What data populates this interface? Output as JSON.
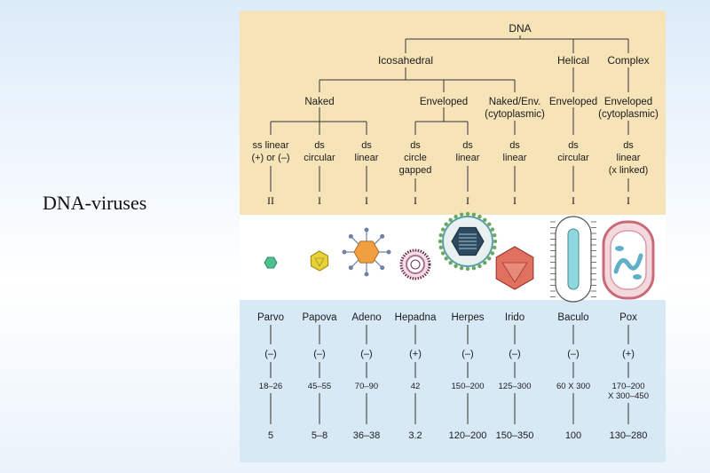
{
  "slide": {
    "title": "DNA-viruses"
  },
  "root": {
    "label": "DNA"
  },
  "symmetry": [
    {
      "key": "ico",
      "label": "Icosahedral"
    },
    {
      "key": "hel",
      "label": "Helical"
    },
    {
      "key": "cpx",
      "label": "Complex"
    }
  ],
  "envelope": [
    {
      "key": "naked",
      "label": [
        "Naked"
      ]
    },
    {
      "key": "env",
      "label": [
        "Enveloped"
      ]
    },
    {
      "key": "nakedenv",
      "label": [
        "Naked/Env.",
        "(cytoplasmic)"
      ]
    },
    {
      "key": "helenv",
      "label": [
        "Enveloped"
      ]
    },
    {
      "key": "cpxenv",
      "label": [
        "Enveloped",
        "(cytoplasmic)"
      ]
    }
  ],
  "families": [
    {
      "name": "Parvo",
      "genome": [
        "ss linear",
        "(+) or (–)"
      ],
      "baltimore": "II",
      "polarity": "(–)",
      "size": [
        "18–26"
      ],
      "mw": "5",
      "colors": {
        "main": "#4fc08d",
        "accent": "#2a8a6a"
      }
    },
    {
      "name": "Papova",
      "genome": [
        "ds",
        "circular"
      ],
      "baltimore": "I",
      "polarity": "(–)",
      "size": [
        "45–55"
      ],
      "mw": "5–8",
      "colors": {
        "main": "#e8d23a",
        "accent": "#a8901a"
      }
    },
    {
      "name": "Adeno",
      "genome": [
        "ds",
        "linear"
      ],
      "baltimore": "I",
      "polarity": "(–)",
      "size": [
        "70–90"
      ],
      "mw": "36–38",
      "colors": {
        "main": "#f0a040",
        "accent": "#7080a8"
      }
    },
    {
      "name": "Hepadna",
      "genome": [
        "ds",
        "circle",
        "gapped"
      ],
      "baltimore": "I",
      "polarity": "(+)",
      "size": [
        "42"
      ],
      "mw": "3.2",
      "colors": {
        "main": "#b07090",
        "accent": "#6a3050"
      }
    },
    {
      "name": "Herpes",
      "genome": [
        "ds",
        "linear"
      ],
      "baltimore": "I",
      "polarity": "(–)",
      "size": [
        "150–200"
      ],
      "mw": "120–200",
      "colors": {
        "main": "#5aa0a8",
        "accent": "#2c4a60"
      }
    },
    {
      "name": "Irido",
      "genome": [
        "ds",
        "linear"
      ],
      "baltimore": "I",
      "polarity": "(–)",
      "size": [
        "125–300"
      ],
      "mw": "150–350",
      "colors": {
        "main": "#e07060",
        "accent": "#a03a30"
      }
    },
    {
      "name": "Baculo",
      "genome": [
        "ds",
        "circular"
      ],
      "baltimore": "I",
      "polarity": "(–)",
      "size": [
        "60 X 300"
      ],
      "mw": "100",
      "colors": {
        "main": "#8ed8e0",
        "accent": "#4a8890"
      }
    },
    {
      "name": "Pox",
      "genome": [
        "ds",
        "linear",
        "(x linked)"
      ],
      "baltimore": "I",
      "polarity": "(+)",
      "size": [
        "170–200",
        "X 300–450"
      ],
      "mw": "130–280",
      "colors": {
        "main": "#c86a7a",
        "accent": "#5fb0c8"
      }
    }
  ],
  "colors": {
    "top_panel": "#f6e4b8",
    "bottom_panel": "#d8e9f6",
    "line": "#333333"
  },
  "icons": [
    "parvo-virion-icon",
    "papova-virion-icon",
    "adeno-virion-icon",
    "hepadna-virion-icon",
    "herpes-virion-icon",
    "irido-virion-icon",
    "baculo-virion-icon",
    "pox-virion-icon"
  ]
}
